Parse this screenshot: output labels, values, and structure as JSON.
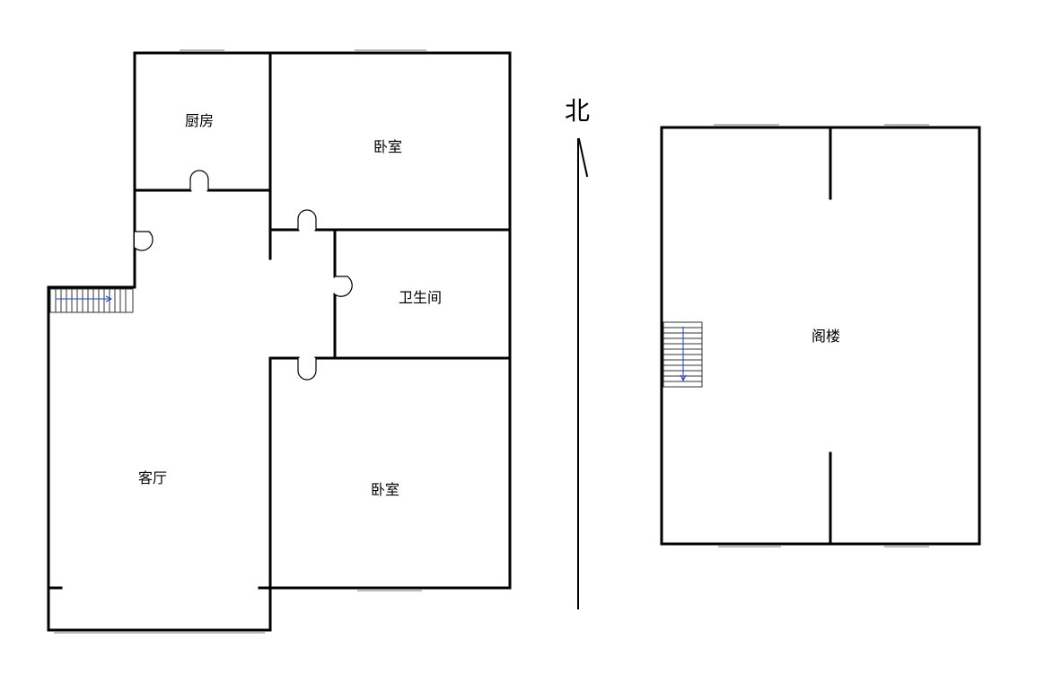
{
  "north_label": "北",
  "rooms": {
    "kitchen": "厨房",
    "bedroom_north": "卧室",
    "bathroom": "卫生间",
    "living_room": "客厅",
    "bedroom_south": "卧室",
    "attic": "阁楼"
  }
}
